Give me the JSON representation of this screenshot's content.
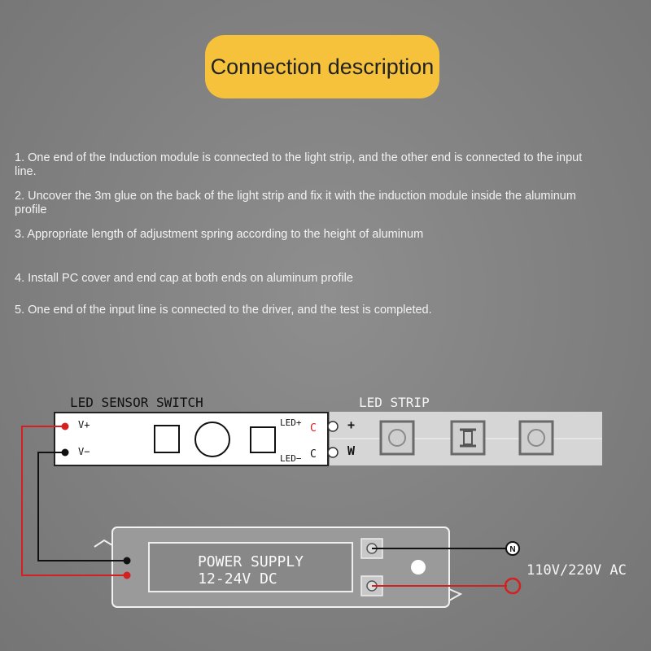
{
  "title": "Connection description",
  "steps": [
    "1. One end of the Induction module is connected to the light strip, and the other end is connected to the input line.",
    "2. Uncover the 3m glue on the back of the light strip and fix it with the induction module inside the aluminum profile",
    "3. Appropriate length of adjustment spring according to the height of aluminum",
    "4. Install PC cover and end cap at both ends on aluminum profile",
    "5. One end of the input line is connected to the driver, and the test is completed."
  ],
  "diagram": {
    "sensor_label": "LED SENSOR SWITCH",
    "strip_label": "LED STRIP",
    "v_plus": "V+",
    "v_minus": "V−",
    "led_plus": "LED+",
    "led_minus": "LED−",
    "c_red": "C",
    "c_black": "C",
    "strip_plus": "+",
    "strip_w": "W",
    "power_line1": "POWER SUPPLY",
    "power_line2": "12-24V DC",
    "neutral": "N",
    "ac_label": "110V/220V AC",
    "colors": {
      "red_wire": "#d42020",
      "black_wire": "#111111",
      "title_bg": "#f6c23c"
    }
  }
}
